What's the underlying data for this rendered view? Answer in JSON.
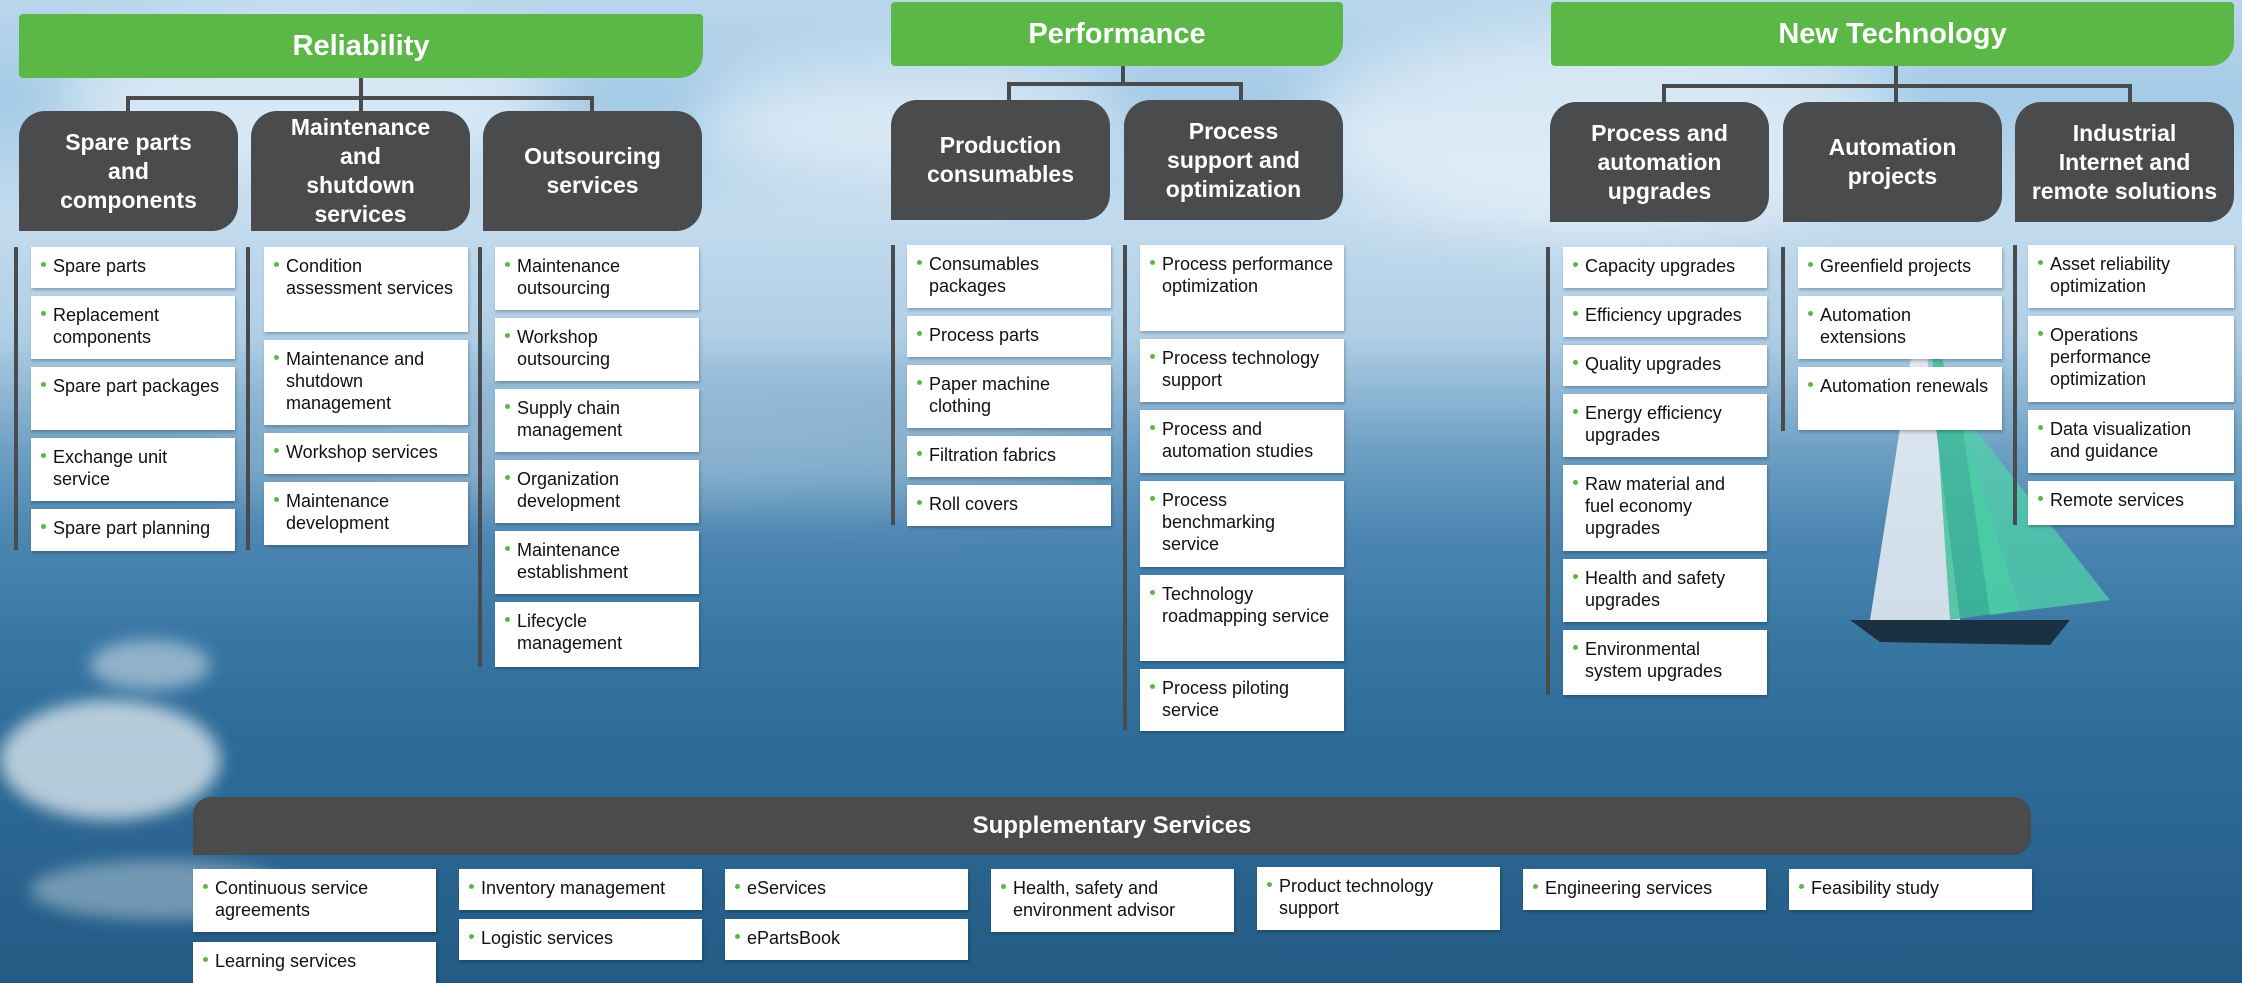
{
  "groups": {
    "reliability": {
      "title": "Reliability",
      "categories": [
        {
          "label": "Spare parts\nand\ncomponents",
          "items": [
            "Spare parts",
            "Replacement components",
            "Spare part packages",
            "Exchange unit service",
            "Spare part planning"
          ]
        },
        {
          "label": "Maintenance\nand\nshutdown\nservices",
          "items": [
            "Condition assessment services",
            "Maintenance and shutdown management",
            "Workshop services",
            "Maintenance development"
          ]
        },
        {
          "label": "Outsourcing\nservices",
          "items": [
            "Maintenance outsourcing",
            "Workshop outsourcing",
            "Supply chain management",
            "Organization development",
            "Maintenance establishment",
            "Lifecycle management"
          ]
        }
      ]
    },
    "performance": {
      "title": "Performance",
      "categories": [
        {
          "label": "Production\nconsumables",
          "items": [
            "Consumables packages",
            "Process parts",
            "Paper machine clothing",
            "Filtration fabrics",
            "Roll covers"
          ]
        },
        {
          "label": "Process\nsupport and\noptimization",
          "items": [
            "Process performance optimization",
            "Process technology support",
            "Process and automation studies",
            "Process benchmarking service",
            "Technology roadmapping service",
            "Process piloting service"
          ]
        }
      ]
    },
    "new_technology": {
      "title": "New Technology",
      "categories": [
        {
          "label": "Process and\nautomation\nupgrades",
          "items": [
            "Capacity upgrades",
            "Efficiency upgrades",
            "Quality upgrades",
            "Energy efficiency upgrades",
            "Raw material and fuel economy upgrades",
            "Health and safety upgrades",
            "Environmental system upgrades"
          ]
        },
        {
          "label": "Automation\nprojects",
          "items": [
            "Greenfield projects",
            "Automation extensions",
            "Automation renewals"
          ]
        },
        {
          "label": "Industrial\nInternet and\nremote solutions",
          "items": [
            "Asset reliability optimization",
            "Operations performance optimization",
            "Data visualization and guidance",
            "Remote services"
          ]
        }
      ]
    }
  },
  "supplementary": {
    "title": "Supplementary Services",
    "items": [
      "Continuous service agreements",
      "Learning services",
      "Inventory management",
      "Logistic services",
      "eServices",
      "ePartsBook",
      "Health, safety and environment advisor",
      "Product technology support",
      "Engineering services",
      "Feasibility study"
    ]
  },
  "colors": {
    "accent_green": "#5bb846",
    "dark_gray": "#4a4b4d"
  }
}
